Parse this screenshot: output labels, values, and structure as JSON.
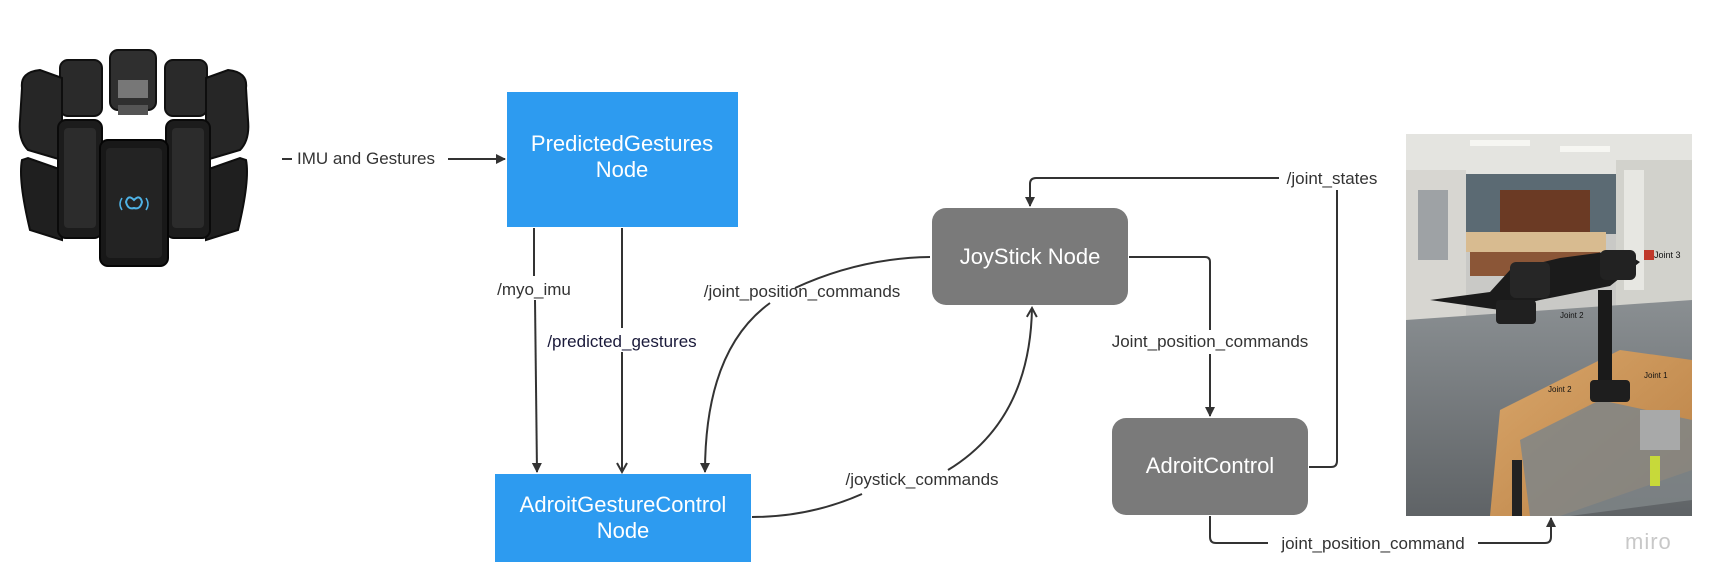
{
  "nodes": {
    "predicted_gestures": {
      "line1": "PredictedGestures",
      "line2": "Node",
      "color": "#2d9bf0"
    },
    "adroit_gesture_control": {
      "line1": "AdroitGestureControl",
      "line2": "Node",
      "color": "#2d9bf0"
    },
    "joystick": {
      "label": "JoyStick Node",
      "color": "#7a7a7a"
    },
    "adroit_control": {
      "label": "AdroitControl",
      "color": "#7a7a7a"
    }
  },
  "edges": {
    "imu_and_gestures": "IMU and Gestures",
    "myo_imu": "/myo_imu",
    "predicted_gestures": "/predicted_gestures",
    "joint_position_commands_slash": "/joint_position_commands",
    "joystick_commands": "/joystick_commands",
    "joint_position_commands": "Joint_position_commands",
    "joint_states": "/joint_states",
    "joint_position_command": "joint_position_command"
  },
  "photo": {
    "annotations": [
      "Joint 3",
      "Joint 2",
      "Joint 1",
      "Joint 2"
    ]
  },
  "icons": {
    "armband": "myo-armband-icon"
  },
  "watermark": "miro"
}
